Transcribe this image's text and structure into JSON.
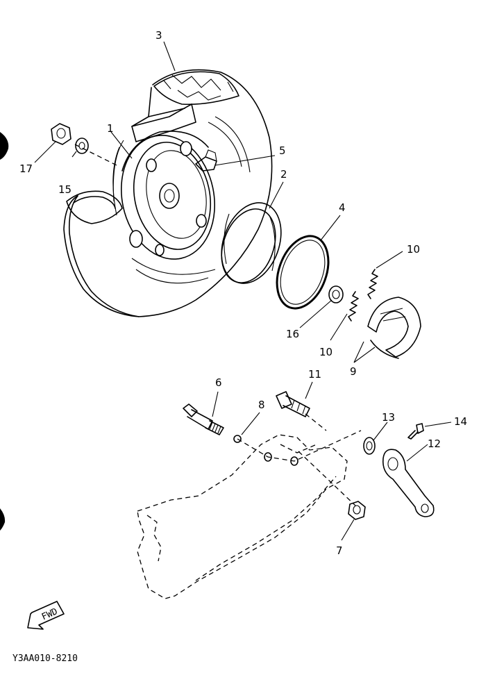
{
  "diagram": {
    "callouts": [
      "1",
      "2",
      "3",
      "4",
      "5",
      "6",
      "7",
      "8",
      "9",
      "10",
      "10",
      "11",
      "12",
      "13",
      "14",
      "15",
      "16",
      "17"
    ],
    "fwd_label": "FWD",
    "drawing_code": "Y3AA010-8210"
  }
}
